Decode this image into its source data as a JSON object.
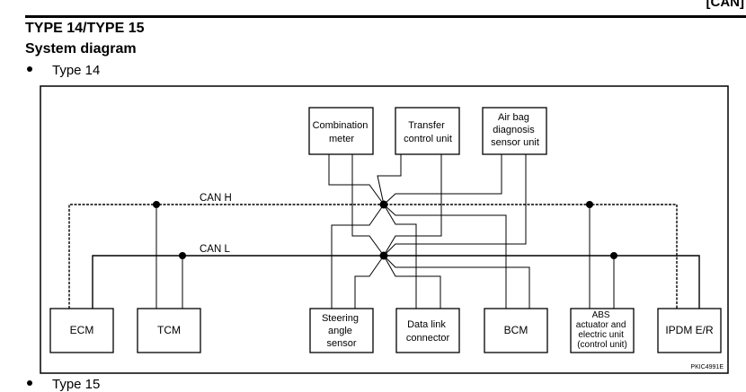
{
  "header": {
    "section_tag": "[CAN]"
  },
  "title": "TYPE 14/TYPE 15",
  "subtitle": "System diagram",
  "bullets": [
    "Type 14",
    "Type 15"
  ],
  "diagram": {
    "bus_high_label": "CAN H",
    "bus_low_label": "CAN L",
    "figure_code": "PKIC4991E",
    "top_units": [
      {
        "lines": [
          "Combination",
          "meter"
        ]
      },
      {
        "lines": [
          "Transfer",
          "control unit"
        ]
      },
      {
        "lines": [
          "Air bag",
          "diagnosis",
          "sensor unit"
        ]
      }
    ],
    "bottom_units": [
      {
        "lines": [
          "ECM"
        ]
      },
      {
        "lines": [
          "TCM"
        ]
      },
      {
        "lines": [
          "Steering",
          "angle",
          "sensor"
        ]
      },
      {
        "lines": [
          "Data link",
          "connector"
        ]
      },
      {
        "lines": [
          "BCM"
        ]
      },
      {
        "lines": [
          "ABS",
          "actuator and",
          "electric unit",
          "(control unit)"
        ]
      },
      {
        "lines": [
          "IPDM E/R"
        ]
      }
    ]
  }
}
